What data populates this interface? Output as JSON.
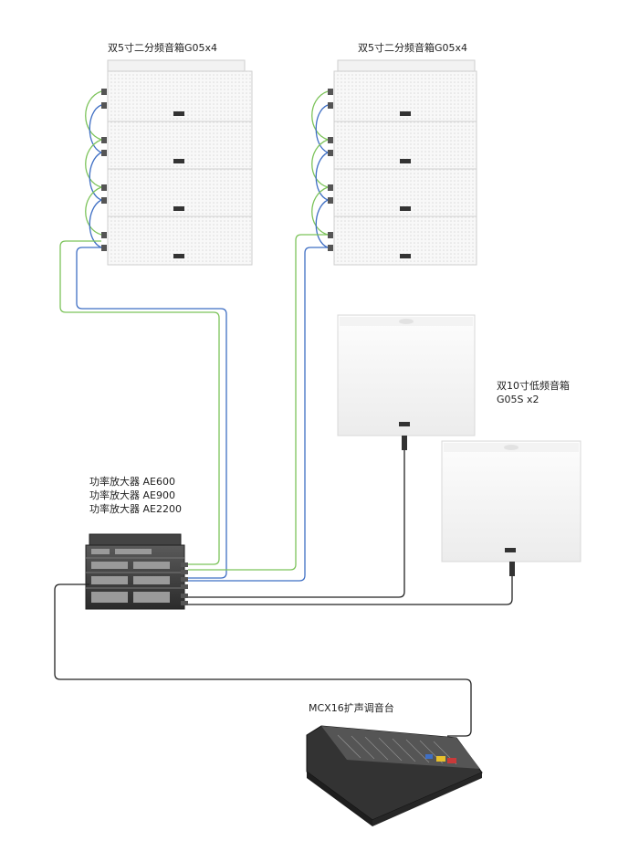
{
  "labels": {
    "array_left": "双5寸二分频音箱G05x4",
    "array_right": "双5寸二分频音箱G05x4",
    "sub_line1": "双10寸低频音箱",
    "sub_line2": "G05S x2",
    "amp_line1": "功率放大器 AE600",
    "amp_line2": "功率放大器 AE900",
    "amp_line3": "功率放大器 AE2200",
    "mixer": "MCX16扩声调音台"
  },
  "colors": {
    "cable_green": "#7cc35a",
    "cable_blue": "#3f6fc4",
    "cable_black": "#222222",
    "speaker_white": "#f7f7f7",
    "rack_dark": "#3a3a3a"
  },
  "icons": {
    "line_array_cabinet": "speaker-cabinet-icon",
    "subwoofer": "subwoofer-icon",
    "amplifier_rack": "amplifier-rack-icon",
    "mixer": "mixing-console-icon"
  }
}
